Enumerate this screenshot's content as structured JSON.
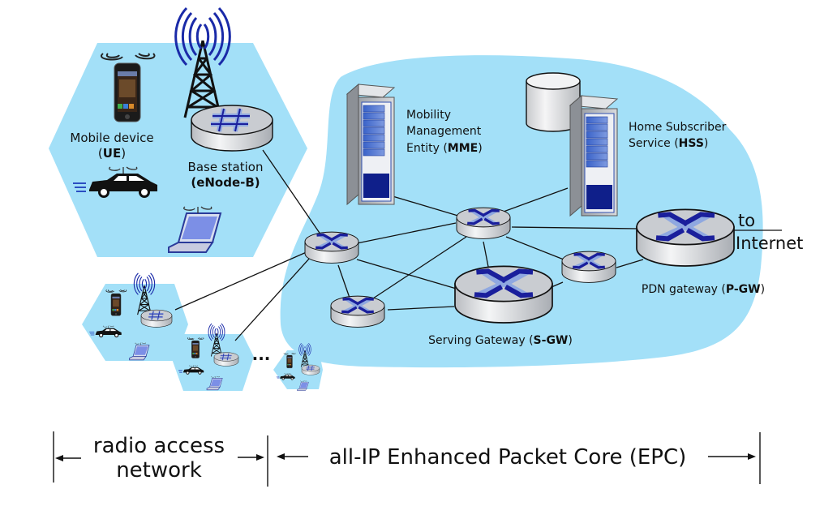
{
  "diagram": {
    "title": "LTE 4G network architecture",
    "colors": {
      "region_fill": "#a3e0f8",
      "router_top": "#c9ccd1",
      "router_side": "#e2e4e7",
      "router_mark": "#1a1f9c",
      "router_mark_light": "#8fa8e0",
      "link": "#111111",
      "server_body": "#c5c8cc",
      "server_panel": "#2450b8",
      "server_bottom": "#0f1f8a"
    },
    "regions": {
      "ran_cell": "radio access cell",
      "epc_cloud": "Enhanced Packet Core"
    },
    "nodes": {
      "ue": {
        "label": "Mobile device",
        "abbr": "UE"
      },
      "enodeb": {
        "label": "Base station",
        "abbr": "eNode-B"
      },
      "mme": {
        "line1": "Mobility",
        "line2": "Management",
        "line3": "Entity (",
        "abbr": "MME",
        "close": ")"
      },
      "hss": {
        "line1": "Home Subscriber",
        "line2": "Service (",
        "abbr": "HSS",
        "close": ")"
      },
      "sgw": {
        "label": "Serving Gateway (",
        "abbr": "S-GW",
        "close": ")"
      },
      "pgw": {
        "label": "PDN gateway (",
        "abbr": "P-GW",
        "close": ")"
      },
      "internet": {
        "line1": "to",
        "line2": "Internet"
      }
    },
    "ellipsis": "...",
    "bottom": {
      "ran_line1": "radio access",
      "ran_line2": "network",
      "epc_label": "all-IP Enhanced Packet Core (EPC)"
    }
  }
}
